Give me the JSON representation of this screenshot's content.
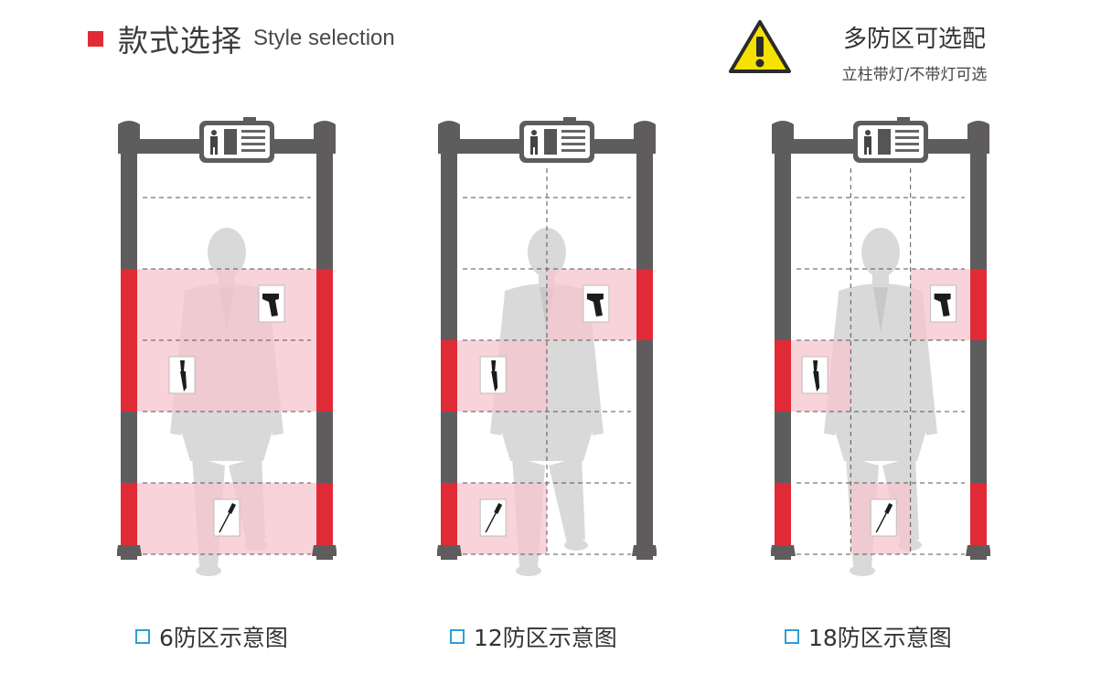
{
  "header": {
    "title_cn": "款式选择",
    "title_en": "Style selection"
  },
  "zones_note": {
    "main": "多防区可选配",
    "sub": "立柱带灯/不带灯可选"
  },
  "colors": {
    "accent_red": "#e02b36",
    "zone_pink": "#f5c4cc",
    "pillar_gray": "#5f5c5e",
    "checkbox_blue": "#2d9fd6",
    "warning_yellow": "#f6e200"
  },
  "icons": [
    "warning-icon",
    "body-scan-icon",
    "gun-icon",
    "knife-icon",
    "screwdriver-icon",
    "checkbox-icon"
  ],
  "diagrams": [
    {
      "caption": "6防区示意图",
      "columns": 1,
      "active_zones": [
        [
          2,
          0
        ],
        [
          3,
          0
        ],
        [
          5,
          0
        ]
      ],
      "lit_left_rows": [
        2,
        3,
        5
      ],
      "lit_right_rows": [
        2,
        3,
        5
      ]
    },
    {
      "caption": "12防区示意图",
      "columns": 2,
      "active_zones": [
        [
          2,
          1
        ],
        [
          3,
          0
        ],
        [
          5,
          0
        ]
      ],
      "lit_left_rows": [
        3,
        5
      ],
      "lit_right_rows": [
        2
      ]
    },
    {
      "caption": "18防区示意图",
      "columns": 3,
      "active_zones": [
        [
          2,
          2
        ],
        [
          3,
          0
        ],
        [
          5,
          1
        ]
      ],
      "lit_left_rows": [
        3,
        5
      ],
      "lit_right_rows": [
        2,
        5
      ]
    }
  ]
}
